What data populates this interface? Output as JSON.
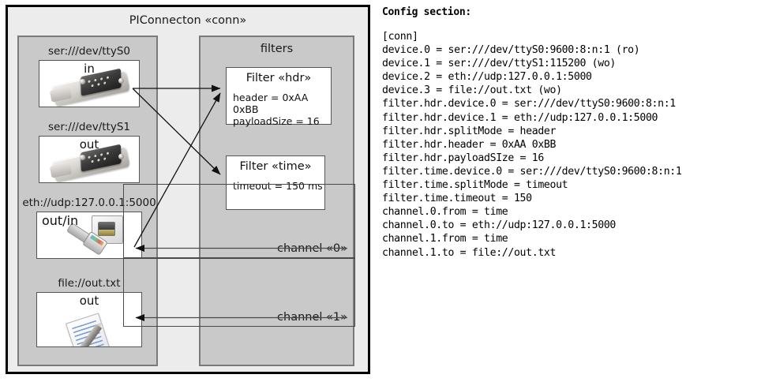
{
  "component": {
    "title": "PIConnecton «conn»",
    "devices_panel": {
      "name": "devices",
      "items": [
        {
          "label": "ser:///dev/ttyS0",
          "direction": "in",
          "icon": "serial-port-icon"
        },
        {
          "label": "ser:///dev/ttyS1",
          "direction": "out",
          "icon": "serial-port-icon"
        },
        {
          "label": "eth://udp:127.0.0.1:5000",
          "direction": "out/in",
          "icon": "ethernet-icon"
        },
        {
          "label": "file://out.txt",
          "direction": "out",
          "icon": "file-document-icon"
        }
      ]
    },
    "filters_panel": {
      "title": "filters",
      "filters": [
        {
          "title": "Filter «hdr»",
          "props": [
            "header = 0xAA 0xBB",
            "payloadSize = 16"
          ]
        },
        {
          "title": "Filter «time»",
          "props": [
            "timeout = 150 ms"
          ]
        }
      ],
      "channels": [
        {
          "label": "channel «0»"
        },
        {
          "label": "channel «1»"
        }
      ]
    }
  },
  "config": {
    "heading": "Config section:",
    "lines": [
      "[conn]",
      "device.0 = ser:///dev/ttyS0:9600:8:n:1 (ro)",
      "device.1 = ser:///dev/ttyS1:115200 (wo)",
      "device.2 = eth://udp:127.0.0.1:5000",
      "device.3 = file://out.txt (wo)",
      "filter.hdr.device.0 = ser:///dev/ttyS0:9600:8:n:1",
      "filter.hdr.device.1 = eth://udp:127.0.0.1:5000",
      "filter.hdr.splitMode = header",
      "filter.hdr.header = 0xAA 0xBB",
      "filter.hdr.payloadSIze = 16",
      "filter.time.device.0 = ser:///dev/ttyS0:9600:8:n:1",
      "filter.time.splitMode = timeout",
      "filter.time.timeout = 150",
      "channel.0.from = time",
      "channel.0.to = eth://udp:127.0.0.1:5000",
      "channel.1.from = time",
      "channel.1.to = file://out.txt"
    ]
  },
  "colors": {
    "page_background": "#ffffff",
    "frame_background": "#ececec",
    "panel_background": "#c9c9c9",
    "panel_border": "#7a7a7a",
    "box_background": "#ffffff",
    "box_border": "#555555",
    "text": "#000000"
  }
}
